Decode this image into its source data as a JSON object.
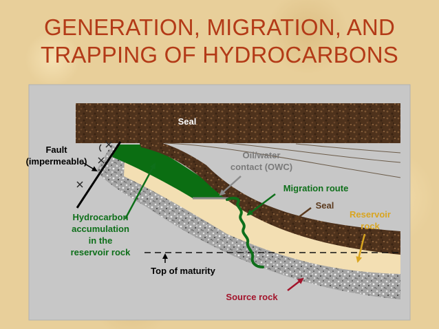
{
  "slide": {
    "title_line1": "GENERATION, MIGRATION, AND",
    "title_line2": "TRAPPING OF HYDROCARBONS"
  },
  "labels": {
    "seal_top": "Seal",
    "fault_line1": "Fault",
    "fault_line2": "(impermeable)",
    "owc_line1": "Oil/water",
    "owc_line2": "contact (OWC)",
    "migration_route": "Migration route",
    "seal": "Seal",
    "reservoir_line1": "Reservoir",
    "reservoir_line2": "rock",
    "hc_line1": "Hydrocarbon",
    "hc_line2": "accumulation",
    "hc_line3": "in the",
    "hc_line4": "reservoir rock",
    "top_of_maturity": "Top of maturity",
    "source_rock": "Source rock"
  },
  "colors": {
    "title": "#b33a17",
    "panel": "#c7c7c7",
    "seal_brown": "#5a3a22",
    "reservoir_tan": "#f3dfb3",
    "hydrocarbon_green": "#0b6e12",
    "source_gray": "#9b9b9b",
    "owc_gray": "#8a8a8a",
    "migration_green": "#0e6f1a",
    "seal_arrow": "#5b3a1e",
    "reservoir_arrow": "#d9a520",
    "source_label": "#a3142b",
    "hc_label": "#0e6f1a"
  }
}
